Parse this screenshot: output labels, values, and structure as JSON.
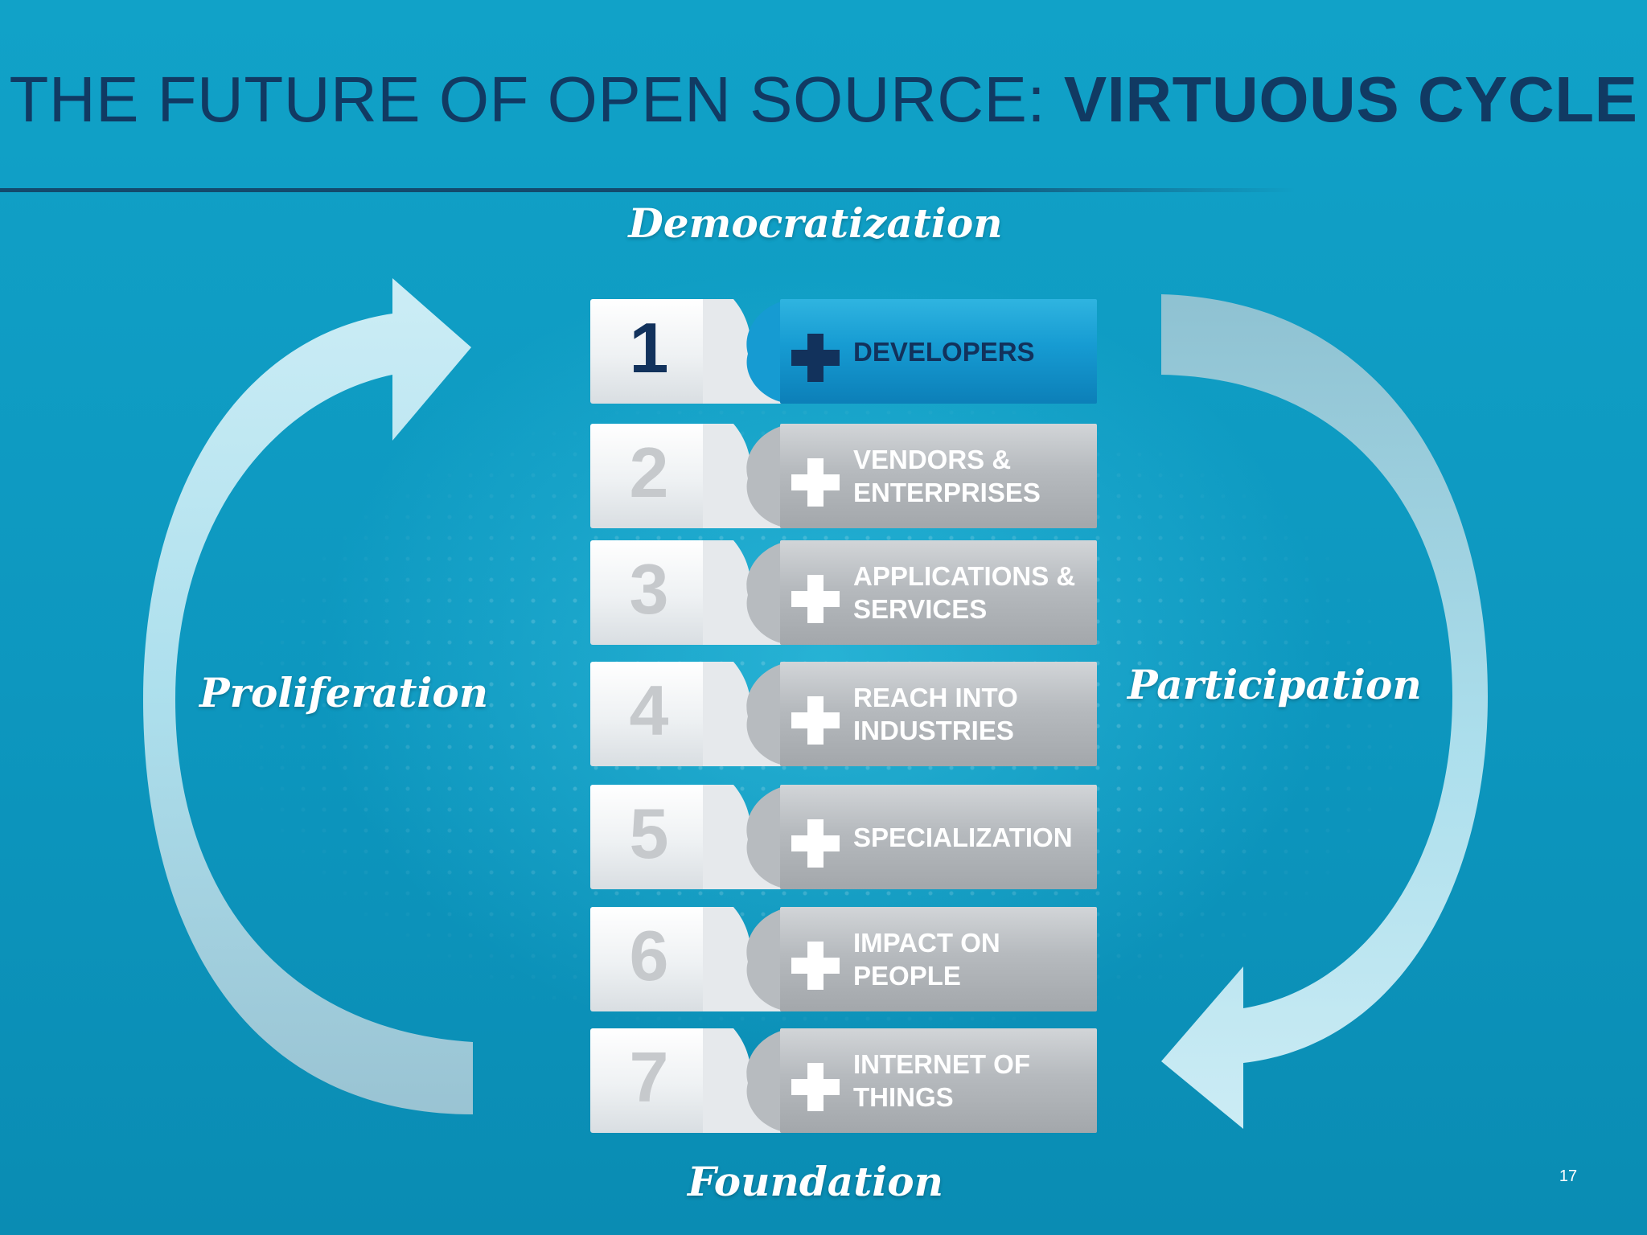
{
  "title": {
    "regular": "THE FUTURE OF OPEN SOURCE: ",
    "bold": "VIRTUOUS CYCLE"
  },
  "cycle": {
    "top": "Democratization",
    "right": "Participation",
    "bottom": "Foundation",
    "left": "Proliferation"
  },
  "steps": [
    {
      "number": "1",
      "lines": [
        "DEVELOPERS"
      ],
      "highlighted": true
    },
    {
      "number": "2",
      "lines": [
        "VENDORS &",
        "ENTERPRISES"
      ],
      "highlighted": false
    },
    {
      "number": "3",
      "lines": [
        "APPLICATIONS &",
        "SERVICES"
      ],
      "highlighted": false
    },
    {
      "number": "4",
      "lines": [
        "REACH INTO",
        "INDUSTRIES"
      ],
      "highlighted": false
    },
    {
      "number": "5",
      "lines": [
        "SPECIALIZATION"
      ],
      "highlighted": false
    },
    {
      "number": "6",
      "lines": [
        "IMPACT ON",
        "PEOPLE"
      ],
      "highlighted": false
    },
    {
      "number": "7",
      "lines": [
        "INTERNET OF",
        "THINGS"
      ],
      "highlighted": false
    }
  ],
  "page_number": "17",
  "colors": {
    "background": "#0e9bc4",
    "title": "#113a63",
    "highlight_bar": "#169bd2",
    "inactive_bar": "#b6babe",
    "number_inactive": "#c6c9cc",
    "number_active": "#12325c"
  }
}
